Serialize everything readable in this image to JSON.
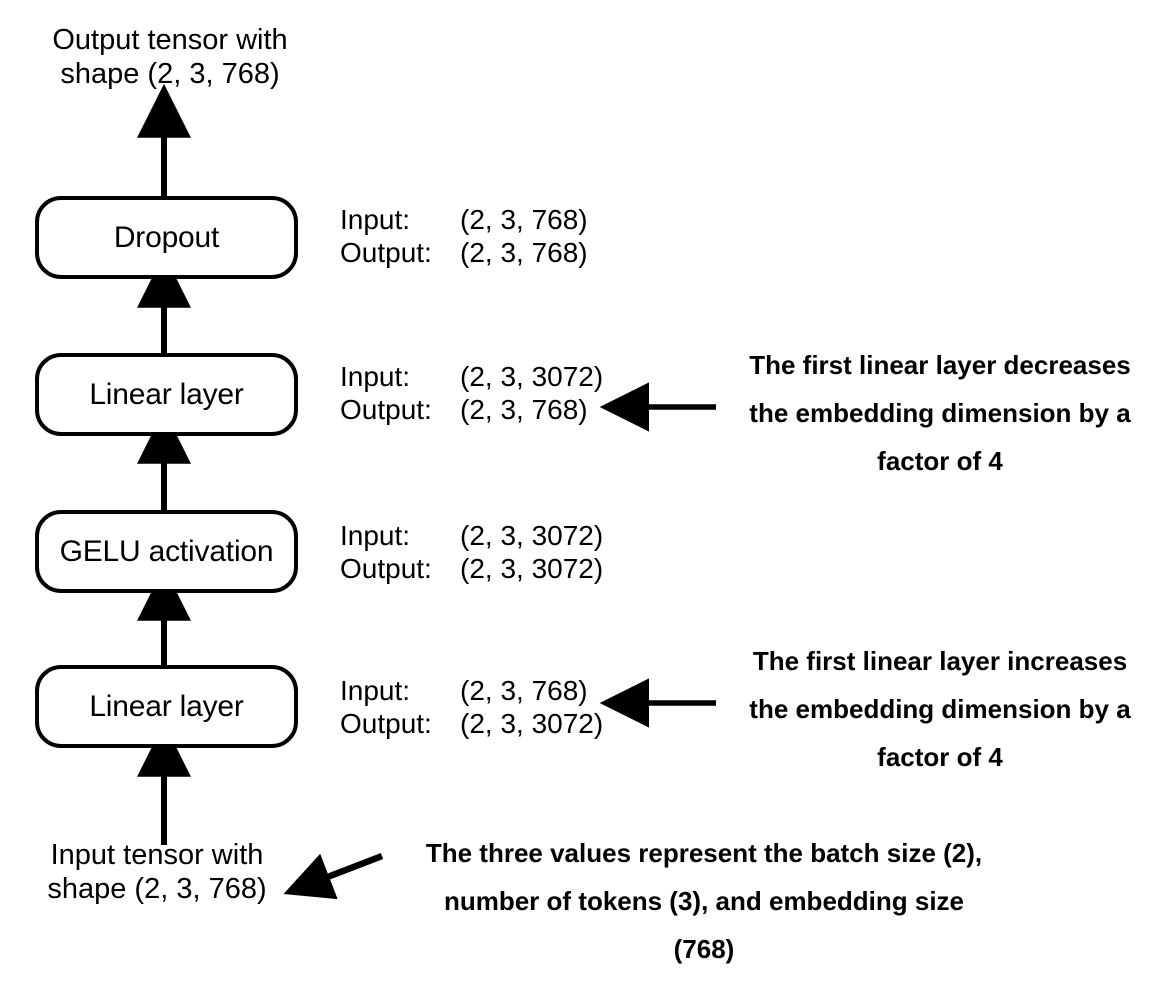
{
  "diagram": {
    "title_caption": "Output tensor with\nshape (2, 3, 768)",
    "input_caption": "Input tensor with\nshape (2, 3, 768)",
    "nodes": [
      {
        "id": "dropout",
        "label": "Dropout"
      },
      {
        "id": "linear-top",
        "label": "Linear layer"
      },
      {
        "id": "gelu",
        "label": "GELU activation"
      },
      {
        "id": "linear-bottom",
        "label": "Linear layer"
      }
    ],
    "io_specs": [
      {
        "for": "dropout",
        "input_key": "Input:",
        "input_value": "(2, 3, 768)",
        "output_key": "Output:",
        "output_value": "(2, 3, 768)"
      },
      {
        "for": "linear-top",
        "input_key": "Input:",
        "input_value": "(2, 3, 3072)",
        "output_key": "Output:",
        "output_value": "(2, 3, 768)"
      },
      {
        "for": "gelu",
        "input_key": "Input:",
        "input_value": "(2, 3, 3072)",
        "output_key": "Output:",
        "output_value": "(2, 3, 3072)"
      },
      {
        "for": "linear-bottom",
        "input_key": "Input:",
        "input_value": "(2, 3, 768)",
        "output_key": "Output:",
        "output_value": "(2, 3, 3072)"
      }
    ],
    "annotations": [
      {
        "id": "decrease-note",
        "text": "The first linear layer decreases\nthe embedding dimension by a\nfactor of 4"
      },
      {
        "id": "increase-note",
        "text": "The first linear layer increases\nthe embedding dimension by a\nfactor of 4"
      },
      {
        "id": "shape-note",
        "text": "The three values represent the batch size (2),\nnumber of tokens (3), and embedding size\n(768)"
      }
    ],
    "colors": {
      "stroke": "#000000",
      "background": "#ffffff",
      "text": "#000000"
    }
  }
}
